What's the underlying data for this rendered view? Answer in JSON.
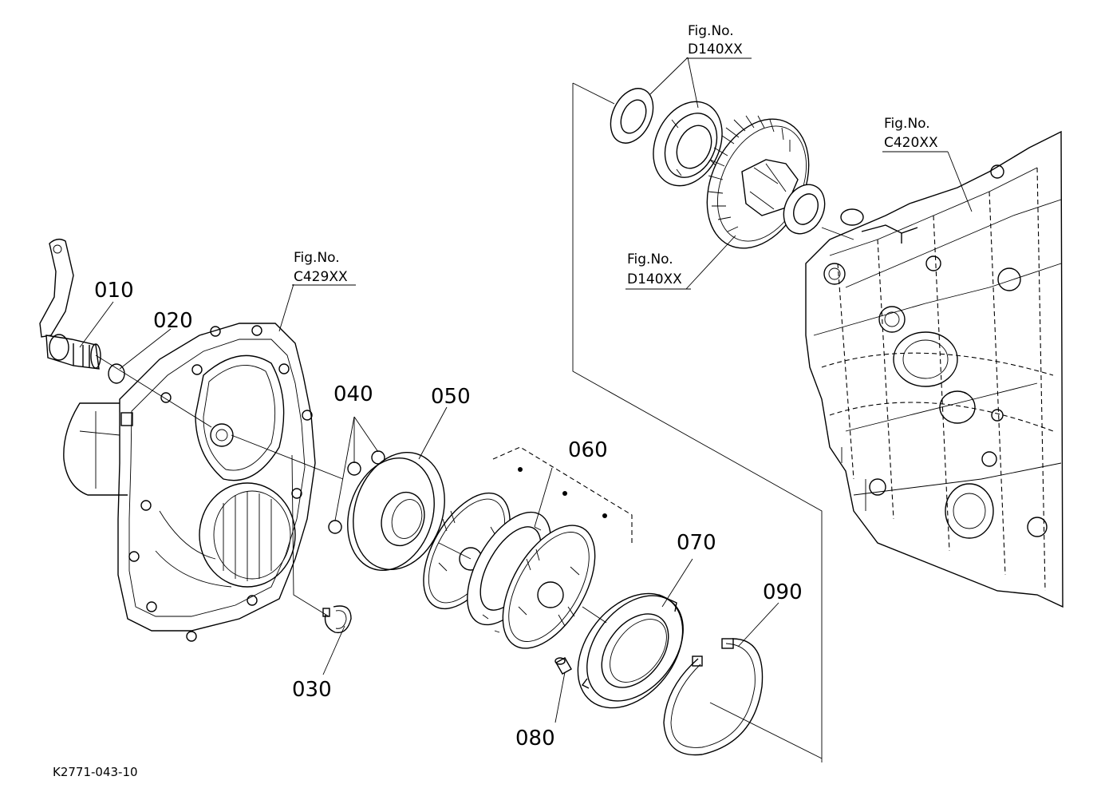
{
  "callouts": {
    "p010": "010",
    "p020": "020",
    "p030": "030",
    "p040": "040",
    "p050": "050",
    "p060": "060",
    "p070": "070",
    "p080": "080",
    "p090": "090"
  },
  "figure_refs": [
    {
      "label": "Fig.No.",
      "code": "D140XX"
    },
    {
      "label": "Fig.No.",
      "code": "D140XX"
    },
    {
      "label": "Fig.No.",
      "code": "C420XX"
    },
    {
      "label": "Fig.No.",
      "code": "C429XX"
    }
  ],
  "drawing_code": "K2771-043-10"
}
